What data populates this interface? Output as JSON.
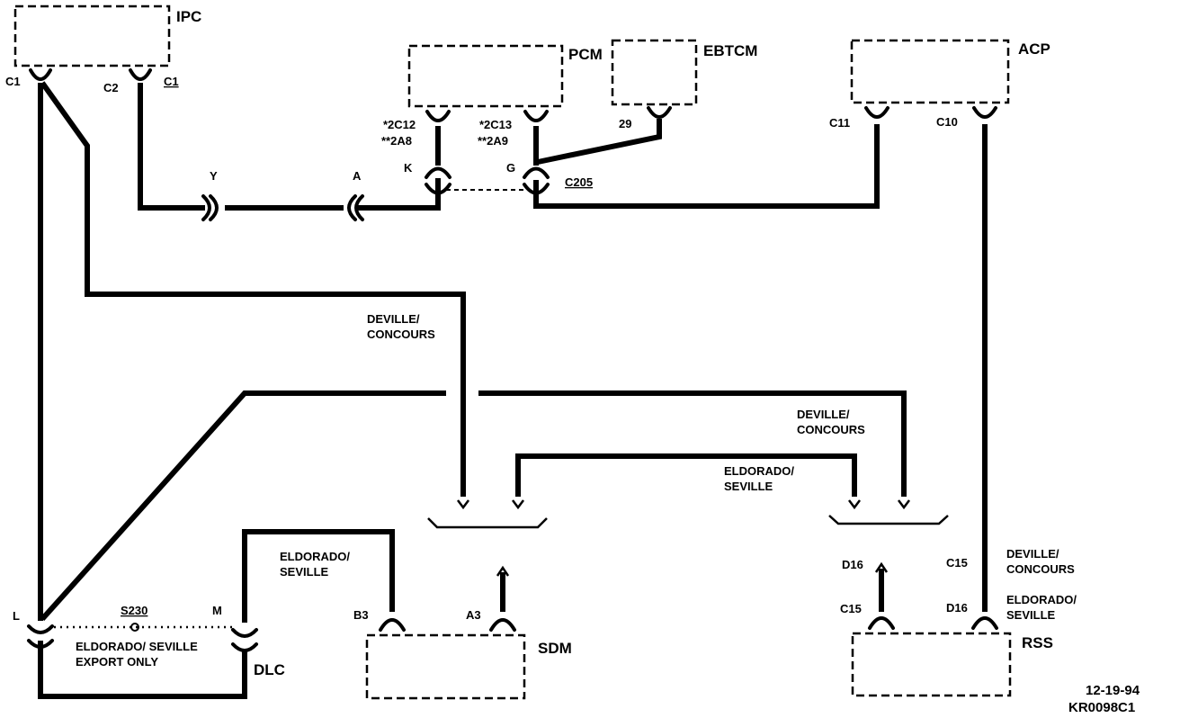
{
  "components": {
    "ipc": "IPC",
    "pcm": "PCM",
    "ebtcm": "EBTCM",
    "acp": "ACP",
    "sdm": "SDM",
    "dlc": "DLC",
    "rss": "RSS"
  },
  "pins": {
    "ipc_c1": "C1",
    "ipc_c2": "C2",
    "ipc_c1_connector": "C1",
    "pcm_left_line1": "*2C12",
    "pcm_left_line2": "**2A8",
    "pcm_right_line1": "*2C13",
    "pcm_right_line2": "**2A9",
    "ebtcm_29": "29",
    "acp_c11": "C11",
    "acp_c10": "C10",
    "inline_y": "Y",
    "inline_a": "A",
    "inline_k": "K",
    "inline_g": "G",
    "connector_c205": "C205",
    "dlc_l": "L",
    "dlc_m": "M",
    "splice_s230": "S230",
    "sdm_b3": "B3",
    "sdm_a3": "A3",
    "rss_d16_upper": "D16",
    "rss_c15_lower": "C15",
    "rss_c15_right": "C15",
    "rss_d16_right": "D16"
  },
  "notes": {
    "deville_concours_line1": "DEVILLE/",
    "deville_concours_line2": "CONCOURS",
    "eldorado_seville_line1": "ELDORADO/",
    "eldorado_seville_line2": "SEVILLE",
    "export_line1": "ELDORADO/ SEVILLE",
    "export_line2": "EXPORT ONLY"
  },
  "footer": {
    "date": "12-19-94",
    "code": "KR0098C1"
  }
}
